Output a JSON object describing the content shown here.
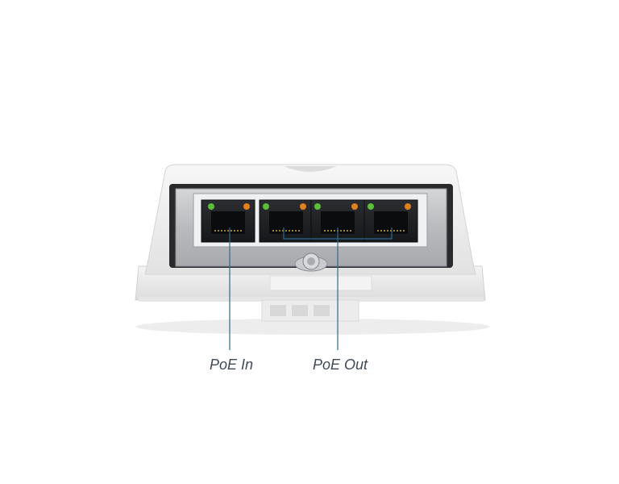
{
  "callouts": {
    "poe_in": "PoE In",
    "poe_out": "PoE Out"
  },
  "colors": {
    "callout_line": "#2d6a8f",
    "led_green": "#5bbf3a",
    "led_orange": "#e2801f",
    "housing": "#eeeeee",
    "panel_metal": "#b9bbbe"
  },
  "device": {
    "port_count": 4,
    "ports": [
      {
        "role": "poe_in"
      },
      {
        "role": "poe_out"
      },
      {
        "role": "poe_out"
      },
      {
        "role": "poe_out"
      }
    ]
  }
}
